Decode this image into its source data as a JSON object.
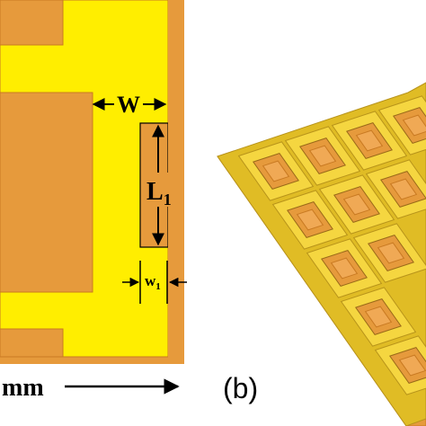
{
  "figure": {
    "panel_a": {
      "dim_w": "W",
      "dim_l1_main": "L",
      "dim_l1_sub": "1",
      "dim_w1_main": "w",
      "dim_w1_sub": "1",
      "scale_label": "mm"
    },
    "panel_b": {
      "label": "(b)"
    }
  },
  "colors": {
    "copper": "#e69a3c",
    "copper_dark": "#c97a22",
    "conductor": "#ffee00",
    "conductor_light": "#f5d640",
    "metal_3d": "#e0bc25",
    "outline": "#000000"
  }
}
